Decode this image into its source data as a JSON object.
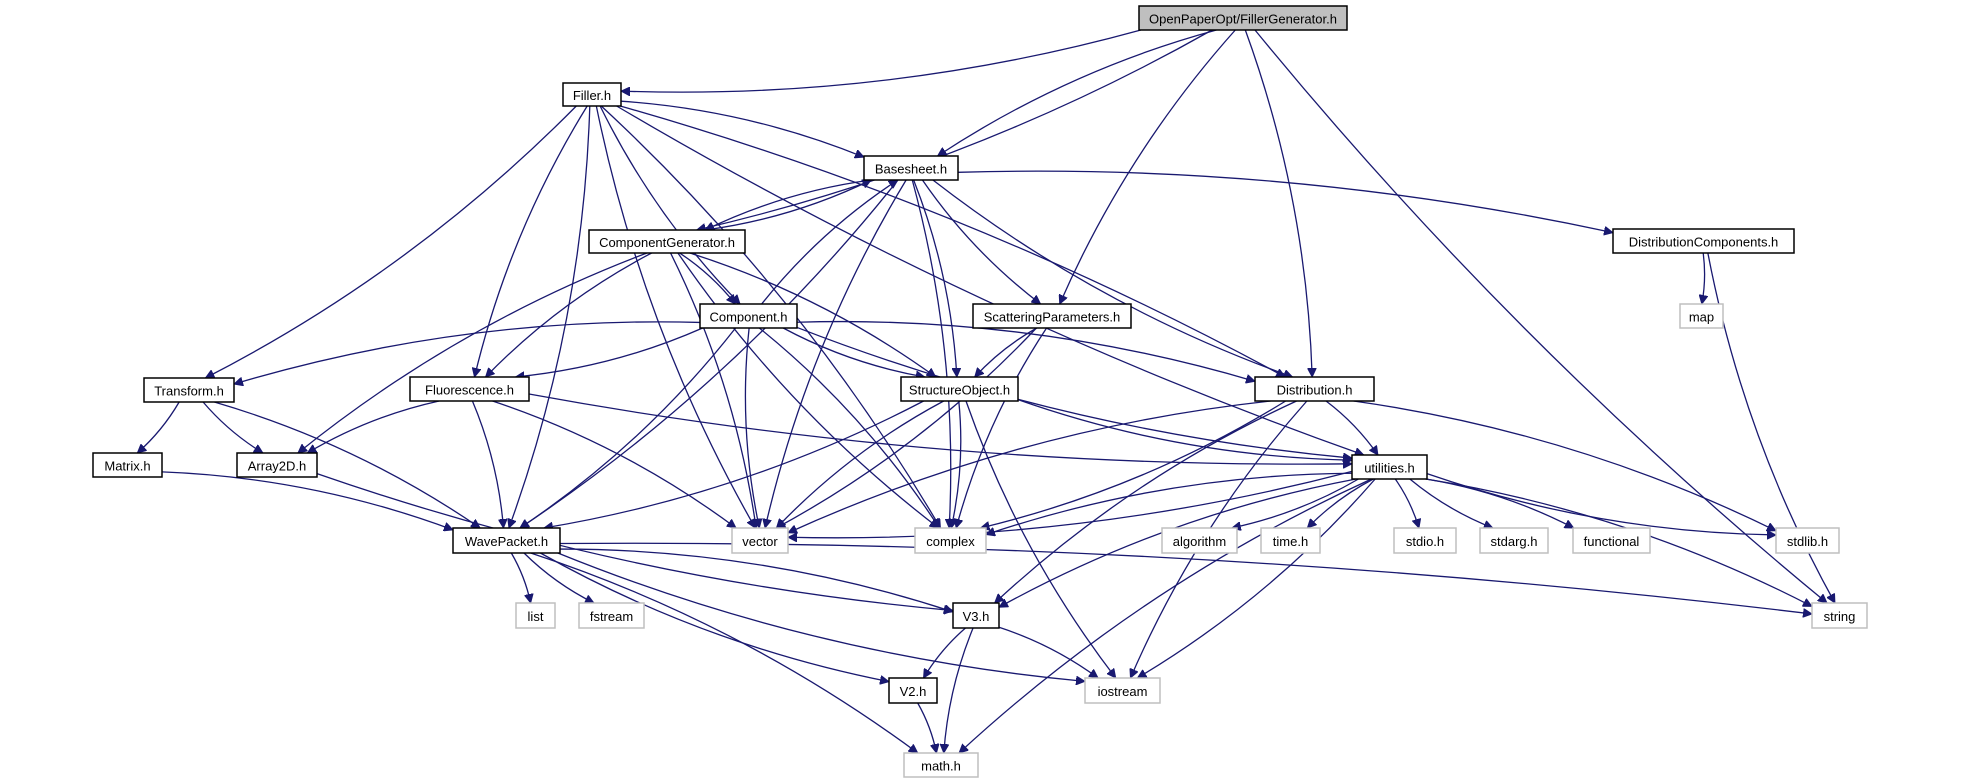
{
  "title": "OpenPaperOpt/FillerGenerator.h include dependency graph",
  "colors": {
    "edge": "#191970",
    "root_fill": "#bfbfbf",
    "project_border": "#000000",
    "external_border": "#bfbfbf"
  },
  "nodes": [
    {
      "id": "FillerGenerator",
      "label": "OpenPaperOpt/FillerGenerator.h",
      "kind": "root"
    },
    {
      "id": "Filler",
      "label": "Filler.h",
      "kind": "project"
    },
    {
      "id": "Basesheet",
      "label": "Basesheet.h",
      "kind": "project"
    },
    {
      "id": "ComponentGenerator",
      "label": "ComponentGenerator.h",
      "kind": "project"
    },
    {
      "id": "DistributionComponents",
      "label": "DistributionComponents.h",
      "kind": "project"
    },
    {
      "id": "map",
      "label": "map",
      "kind": "external"
    },
    {
      "id": "Component",
      "label": "Component.h",
      "kind": "project"
    },
    {
      "id": "ScatteringParameters",
      "label": "ScatteringParameters.h",
      "kind": "project"
    },
    {
      "id": "Transform",
      "label": "Transform.h",
      "kind": "project"
    },
    {
      "id": "Fluorescence",
      "label": "Fluorescence.h",
      "kind": "project"
    },
    {
      "id": "StructureObject",
      "label": "StructureObject.h",
      "kind": "project"
    },
    {
      "id": "Distribution",
      "label": "Distribution.h",
      "kind": "project"
    },
    {
      "id": "Matrix",
      "label": "Matrix.h",
      "kind": "project"
    },
    {
      "id": "Array2D",
      "label": "Array2D.h",
      "kind": "project"
    },
    {
      "id": "utilities",
      "label": "utilities.h",
      "kind": "project"
    },
    {
      "id": "WavePacket",
      "label": "WavePacket.h",
      "kind": "project"
    },
    {
      "id": "vector",
      "label": "vector",
      "kind": "external"
    },
    {
      "id": "complex",
      "label": "complex",
      "kind": "external"
    },
    {
      "id": "algorithm",
      "label": "algorithm",
      "kind": "external"
    },
    {
      "id": "time",
      "label": "time.h",
      "kind": "external"
    },
    {
      "id": "stdio",
      "label": "stdio.h",
      "kind": "external"
    },
    {
      "id": "stdarg",
      "label": "stdarg.h",
      "kind": "external"
    },
    {
      "id": "functional",
      "label": "functional",
      "kind": "external"
    },
    {
      "id": "stdlib",
      "label": "stdlib.h",
      "kind": "external"
    },
    {
      "id": "list",
      "label": "list",
      "kind": "external"
    },
    {
      "id": "fstream",
      "label": "fstream",
      "kind": "external"
    },
    {
      "id": "V3",
      "label": "V3.h",
      "kind": "project"
    },
    {
      "id": "string",
      "label": "string",
      "kind": "external"
    },
    {
      "id": "V2",
      "label": "V2.h",
      "kind": "project"
    },
    {
      "id": "iostream",
      "label": "iostream",
      "kind": "external"
    },
    {
      "id": "math",
      "label": "math.h",
      "kind": "external"
    }
  ],
  "edges": [
    [
      "FillerGenerator",
      "Filler"
    ],
    [
      "FillerGenerator",
      "Basesheet"
    ],
    [
      "FillerGenerator",
      "ComponentGenerator"
    ],
    [
      "FillerGenerator",
      "ScatteringParameters"
    ],
    [
      "FillerGenerator",
      "Distribution"
    ],
    [
      "FillerGenerator",
      "string"
    ],
    [
      "Filler",
      "Basesheet"
    ],
    [
      "Filler",
      "Component"
    ],
    [
      "Filler",
      "Transform"
    ],
    [
      "Filler",
      "Fluorescence"
    ],
    [
      "Filler",
      "Distribution"
    ],
    [
      "Filler",
      "utilities"
    ],
    [
      "Filler",
      "WavePacket"
    ],
    [
      "Filler",
      "vector"
    ],
    [
      "Filler",
      "complex"
    ],
    [
      "Basesheet",
      "ComponentGenerator"
    ],
    [
      "Basesheet",
      "DistributionComponents"
    ],
    [
      "Basesheet",
      "ScatteringParameters"
    ],
    [
      "Basesheet",
      "StructureObject"
    ],
    [
      "Basesheet",
      "Distribution"
    ],
    [
      "Basesheet",
      "WavePacket"
    ],
    [
      "Basesheet",
      "vector"
    ],
    [
      "Basesheet",
      "complex"
    ],
    [
      "ComponentGenerator",
      "Basesheet"
    ],
    [
      "ComponentGenerator",
      "Component"
    ],
    [
      "ComponentGenerator",
      "Fluorescence"
    ],
    [
      "ComponentGenerator",
      "StructureObject"
    ],
    [
      "ComponentGenerator",
      "Array2D"
    ],
    [
      "ComponentGenerator",
      "vector"
    ],
    [
      "ComponentGenerator",
      "complex"
    ],
    [
      "DistributionComponents",
      "map"
    ],
    [
      "DistributionComponents",
      "string"
    ],
    [
      "Component",
      "Basesheet"
    ],
    [
      "Component",
      "Transform"
    ],
    [
      "Component",
      "Fluorescence"
    ],
    [
      "Component",
      "StructureObject"
    ],
    [
      "Component",
      "Distribution"
    ],
    [
      "Component",
      "utilities"
    ],
    [
      "Component",
      "WavePacket"
    ],
    [
      "Component",
      "vector"
    ],
    [
      "Component",
      "complex"
    ],
    [
      "ScatteringParameters",
      "StructureObject"
    ],
    [
      "ScatteringParameters",
      "vector"
    ],
    [
      "ScatteringParameters",
      "complex"
    ],
    [
      "Transform",
      "Matrix"
    ],
    [
      "Transform",
      "Array2D"
    ],
    [
      "Transform",
      "WavePacket"
    ],
    [
      "Fluorescence",
      "Array2D"
    ],
    [
      "Fluorescence",
      "WavePacket"
    ],
    [
      "Fluorescence",
      "utilities"
    ],
    [
      "Fluorescence",
      "vector"
    ],
    [
      "StructureObject",
      "utilities"
    ],
    [
      "StructureObject",
      "WavePacket"
    ],
    [
      "StructureObject",
      "vector"
    ],
    [
      "StructureObject",
      "complex"
    ],
    [
      "StructureObject",
      "iostream"
    ],
    [
      "Distribution",
      "utilities"
    ],
    [
      "Distribution",
      "vector"
    ],
    [
      "Distribution",
      "complex"
    ],
    [
      "Distribution",
      "V3"
    ],
    [
      "Distribution",
      "stdlib"
    ],
    [
      "Distribution",
      "iostream"
    ],
    [
      "Matrix",
      "WavePacket"
    ],
    [
      "Array2D",
      "V3"
    ],
    [
      "utilities",
      "vector"
    ],
    [
      "utilities",
      "complex"
    ],
    [
      "utilities",
      "algorithm"
    ],
    [
      "utilities",
      "time"
    ],
    [
      "utilities",
      "stdio"
    ],
    [
      "utilities",
      "stdarg"
    ],
    [
      "utilities",
      "functional"
    ],
    [
      "utilities",
      "stdlib"
    ],
    [
      "utilities",
      "string"
    ],
    [
      "utilities",
      "V3"
    ],
    [
      "utilities",
      "iostream"
    ],
    [
      "utilities",
      "math"
    ],
    [
      "WavePacket",
      "list"
    ],
    [
      "WavePacket",
      "fstream"
    ],
    [
      "WavePacket",
      "V3"
    ],
    [
      "WavePacket",
      "V2"
    ],
    [
      "WavePacket",
      "string"
    ],
    [
      "WavePacket",
      "iostream"
    ],
    [
      "WavePacket",
      "math"
    ],
    [
      "V3",
      "V2"
    ],
    [
      "V3",
      "iostream"
    ],
    [
      "V3",
      "math"
    ],
    [
      "V2",
      "math"
    ]
  ]
}
